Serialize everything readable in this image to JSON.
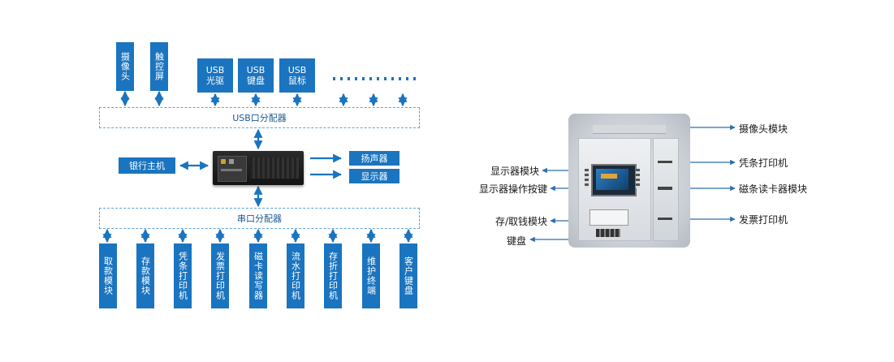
{
  "diagram": {
    "top_modules_vertical": [
      "摄像头",
      "触控屏"
    ],
    "top_modules_usb": [
      {
        "line1": "USB",
        "line2": "光驱"
      },
      {
        "line1": "USB",
        "line2": "键盘"
      },
      {
        "line1": "USB",
        "line2": "鼠标"
      }
    ],
    "usb_hub": "USB口分配器",
    "bank_host": "银行主机",
    "speaker": "扬声器",
    "display": "显示器",
    "serial_hub": "串口分配器",
    "bottom_modules": [
      "取款模块",
      "存款模块",
      "凭条打印机",
      "发票打印机",
      "磁卡读写器",
      "流水打印机",
      "存折打印机",
      "维护终端",
      "客户键盘"
    ]
  },
  "atm": {
    "left_labels": [
      "显示器模块",
      "显示器操作按键",
      "存/取钱模块",
      "键盘"
    ],
    "right_labels": [
      "摄像头模块",
      "凭条打印机",
      "磁条读卡器模块",
      "发票打印机"
    ]
  },
  "colors": {
    "accent": "#1a74c0",
    "hub_border": "#5ea3d8"
  }
}
